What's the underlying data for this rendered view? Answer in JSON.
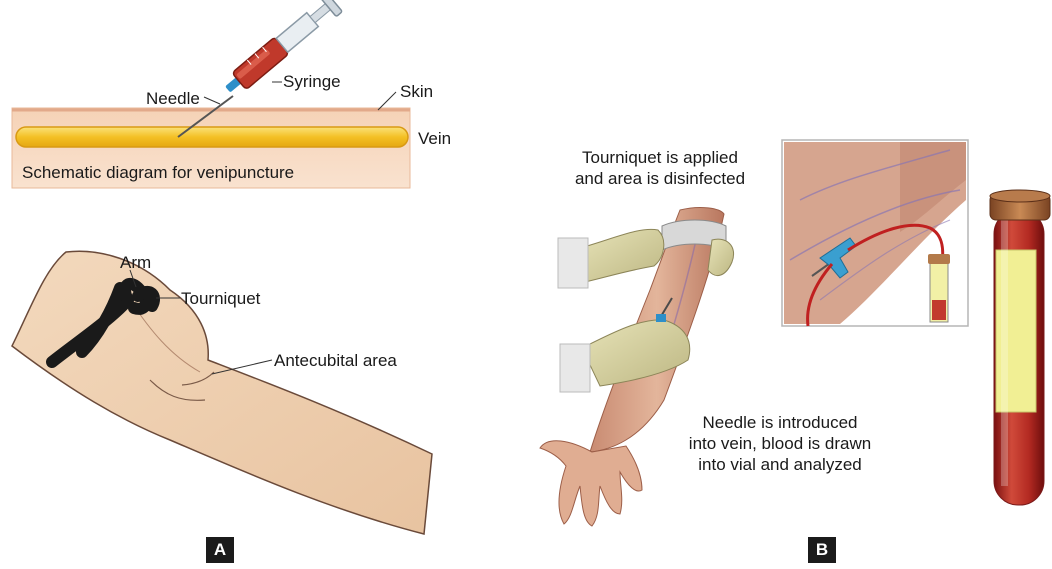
{
  "panel_a": {
    "badge": "A",
    "schematic": {
      "caption": "Schematic diagram for venipuncture",
      "needle_label": "Needle",
      "syringe_label": "Syringe",
      "skin_label": "Skin",
      "vein_label": "Vein"
    },
    "arm": {
      "arm_label": "Arm",
      "tourniquet_label": "Tourniquet",
      "antecubital_label": "Antecubital area"
    }
  },
  "panel_b": {
    "badge": "B",
    "caption_top": [
      "Tourniquet is applied",
      "and area is disinfected"
    ],
    "caption_bottom": [
      "Needle is introduced",
      "into vein, blood is drawn",
      "into vial and analyzed"
    ]
  },
  "colors": {
    "skin": "#f3d3b2",
    "skin_edge": "#e7b48f",
    "vein": "#f7c531",
    "syringe_blood": "#c0392b",
    "needle_cap": "#2e8fc9",
    "glove": "#dcd7a4",
    "tube_label": "#f0ee8a",
    "tube_cap": "#a86a3d"
  }
}
